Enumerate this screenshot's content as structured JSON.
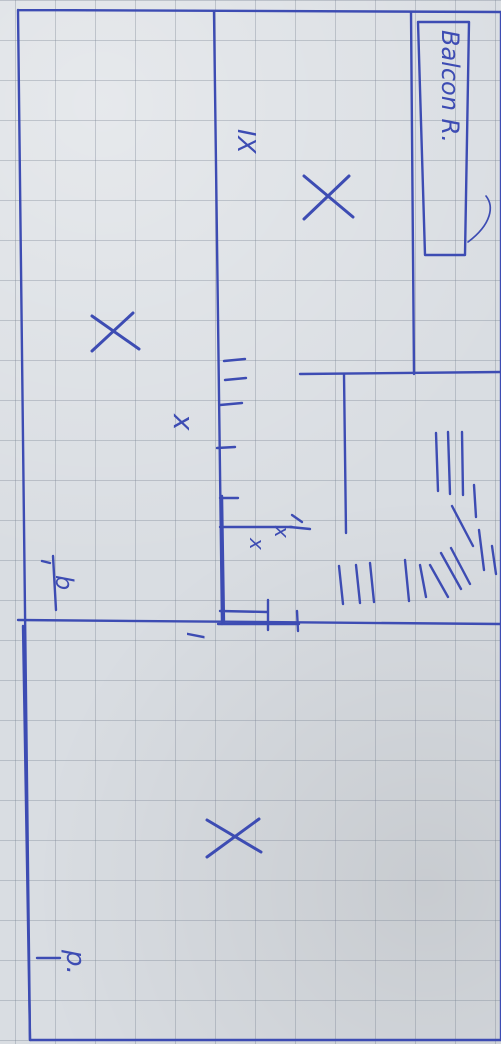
{
  "drawing": {
    "label_right": "Balcon R.",
    "label_mark_b": "b",
    "label_mark_p": "p.",
    "label_mark_i": "I",
    "label_mark_ix": "IX",
    "label_mark_x": "x"
  },
  "colors": {
    "ink": "#3d4cb3",
    "paper": "#d9dde2",
    "grid": "#8c96a5"
  }
}
